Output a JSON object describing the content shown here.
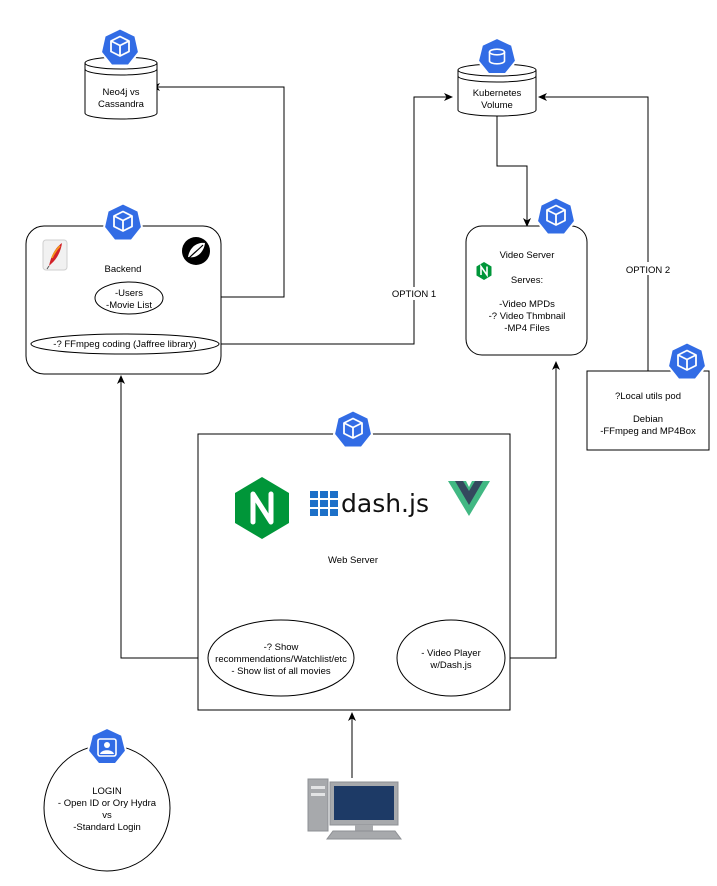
{
  "nodes": {
    "db_label_line1": "Neo4j vs",
    "db_label_line2": "Cassandra",
    "volume_label_line1": "Kubernetes",
    "volume_label_line2": "Volume",
    "backend_title": "Backend",
    "backend_users_line1": "-Users",
    "backend_users_line2": "-Movie List",
    "backend_ffmpeg": "-? FFmpeg coding (Jaffree library)",
    "video_server_title": "Video Server",
    "video_server_serves": "Serves:",
    "video_server_item1": "-Video MPDs",
    "video_server_item2": "-? Video Thmbnail",
    "video_server_item3": "-MP4 Files",
    "utils_line1": "?Local utils pod",
    "utils_line2": "Debian",
    "utils_line3": "-FFmpeg and MP4Box",
    "web_server_title": "Web Server",
    "dashjs_logo_text": "dash.js",
    "web_left_line1": "-? Show",
    "web_left_line2": "recommendations/Watchlist/etc",
    "web_left_line3": "- Show list of all movies",
    "web_right_line1": "- Video Player",
    "web_right_line2": "w/Dash.js",
    "login_line1": "LOGIN",
    "login_line2": "- Open ID or Ory Hydra",
    "login_line3": "vs",
    "login_line4": "-Standard Login"
  },
  "edges": {
    "option1": "OPTION 1",
    "option2": "OPTION 2"
  },
  "icons": [
    "kubernetes-pod-icon",
    "database-icon",
    "feather-icon",
    "spring-icon",
    "nginx-icon",
    "vue-icon",
    "dashjs-icon",
    "user-icon",
    "computer-icon"
  ],
  "colors": {
    "kubernetes_blue": "#326ce5",
    "nginx_green": "#009639",
    "vue_green": "#41b883",
    "vue_dark": "#34495e",
    "dashjs_blue": "#1d70c8",
    "computer_gray": "#a7a9ac",
    "computer_screen": "#1d3a66"
  }
}
